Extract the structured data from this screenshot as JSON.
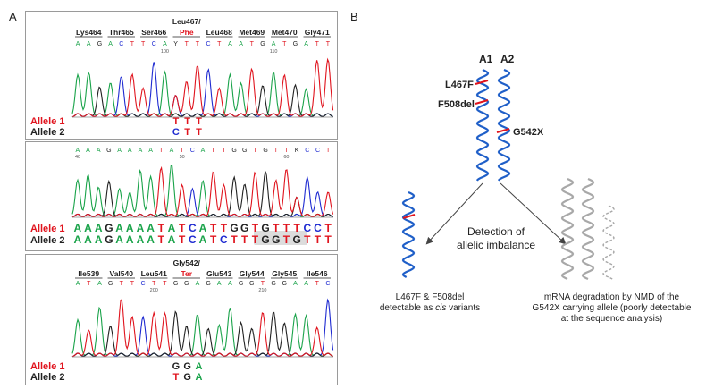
{
  "panels": {
    "a_label": "A",
    "b_label": "B"
  },
  "colors": {
    "A": "#1aa34a",
    "C": "#1f2bd1",
    "G": "#222222",
    "T": "#e0141e",
    "mut": "#e0141e",
    "dna": "#1f5fc8",
    "degraded": "#a8a8a8",
    "marker": "#e0141e"
  },
  "chromatogram1": {
    "codons": [
      {
        "label": "Lys464",
        "mut": false
      },
      {
        "label": "Thr465",
        "mut": false
      },
      {
        "label": "Ser466",
        "mut": false
      },
      {
        "label": "Leu467/",
        "sub": "Phe",
        "mut": true
      },
      {
        "label": "Leu468",
        "mut": false
      },
      {
        "label": "Met469",
        "mut": false
      },
      {
        "label": "Met470",
        "mut": false
      },
      {
        "label": "Gly471",
        "mut": false
      }
    ],
    "bases": "AAGACTTCAYTTCTAATGATGATT",
    "ticks": [
      "100",
      "110"
    ],
    "allele1_label": "Allele 1",
    "allele2_label": "Allele 2",
    "allele1_seq": "TTT",
    "allele2_seq": "CTT"
  },
  "chromatogram2": {
    "bases": "AAAGAAAATATCATTGGTGTTKCCT",
    "ticks": [
      "40",
      "50",
      "60"
    ],
    "allele1_label": "Allele 1",
    "allele2_label": "Allele 2",
    "allele1_seq": "AAAGAAAATATCATTGGTGTTTCCT",
    "allele2_seq": "AAAGAAAATATCATCTTTGGTGTTT"
  },
  "chromatogram3": {
    "codons": [
      {
        "label": "Ile539",
        "mut": false
      },
      {
        "label": "Val540",
        "mut": false
      },
      {
        "label": "Leu541",
        "mut": false
      },
      {
        "label": "Gly542/",
        "sub": "Ter",
        "mut": true
      },
      {
        "label": "Glu543",
        "mut": false
      },
      {
        "label": "Gly544",
        "mut": false
      },
      {
        "label": "Gly545",
        "mut": false
      },
      {
        "label": "Ile546",
        "mut": false
      }
    ],
    "bases": "ATAGTTCTTGGAGAAGGTGGAATC",
    "ticks": [
      "200",
      "210"
    ],
    "allele1_label": "Allele 1",
    "allele2_label": "Allele 2",
    "allele1_seq": "GGA",
    "allele2_seq": "TGA"
  },
  "diagram": {
    "chrom_a1": "A1",
    "chrom_a2": "A2",
    "variant1": "L467F",
    "variant2": "F508del",
    "variant3": "G542X",
    "center_line1": "Detection of",
    "center_line2": "allelic imbalance",
    "left_caption_line1": "L467F & F508del",
    "left_caption_pre": "detectable as ",
    "left_caption_italic": "cis",
    "left_caption_post": " variants",
    "right_caption_line1": "mRNA degradation by NMD of the",
    "right_caption_line2": "G542X carrying allele (poorly detectable",
    "right_caption_line3": "at the sequence analysis)"
  }
}
